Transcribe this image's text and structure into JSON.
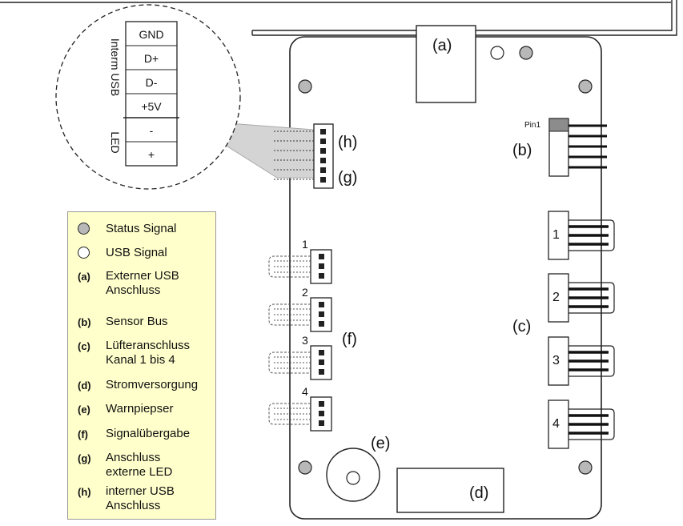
{
  "colors": {
    "line": "#222222",
    "hole": "#b8b8b8",
    "legend_bg": "#ffffcc",
    "pin1_marker": "#8c8c8c"
  },
  "callout": {
    "group_usb": "Interm USB",
    "group_led": "LED",
    "pins": [
      "GND",
      "D+",
      "D-",
      "+5V",
      "-",
      "+"
    ]
  },
  "board_labels": {
    "a": "(a)",
    "b": "(b)",
    "c": "(c)",
    "d": "(d)",
    "e": "(e)",
    "f": "(f)",
    "g": "(g)",
    "h": "(h)",
    "pin1": "Pin1"
  },
  "fan_numbers": [
    "1",
    "2",
    "3",
    "4"
  ],
  "signal_numbers": [
    "1",
    "2",
    "3",
    "4"
  ],
  "legend": {
    "status_signal": "Status Signal",
    "usb_signal": "USB Signal",
    "items": [
      {
        "key": "(a)",
        "lines": [
          "Externer USB",
          "Anschluss"
        ]
      },
      {
        "key": "(b)",
        "lines": [
          "Sensor Bus"
        ]
      },
      {
        "key": "(c)",
        "lines": [
          "Lüfteranschluss",
          "Kanal 1 bis 4"
        ]
      },
      {
        "key": "(d)",
        "lines": [
          "Stromversorgung"
        ]
      },
      {
        "key": "(e)",
        "lines": [
          "Warnpiepser"
        ]
      },
      {
        "key": "(f)",
        "lines": [
          "Signalübergabe"
        ]
      },
      {
        "key": "(g)",
        "lines": [
          "Anschluss",
          "externe LED"
        ]
      },
      {
        "key": "(h)",
        "lines": [
          "interner USB",
          "Anschluss"
        ]
      }
    ]
  }
}
